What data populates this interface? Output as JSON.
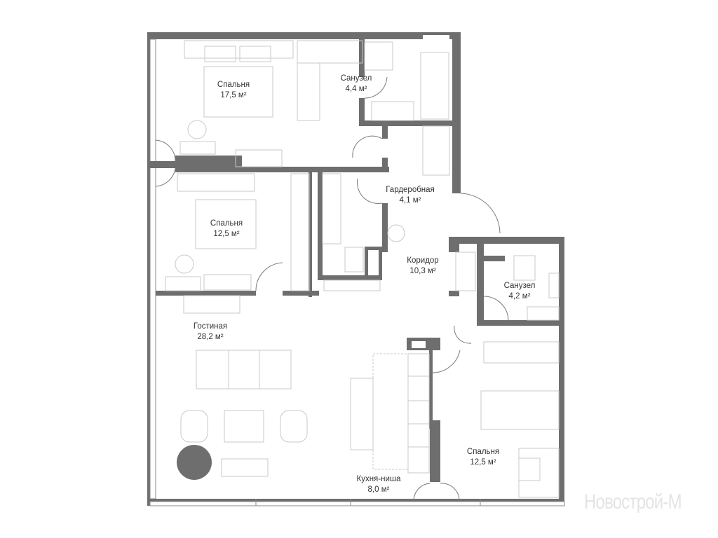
{
  "plan": {
    "rooms": [
      {
        "id": "bedroom-1",
        "name": "Спальня",
        "area": "17,5 м²"
      },
      {
        "id": "bathroom-1",
        "name": "Санузел",
        "area": "4,4 м²"
      },
      {
        "id": "wardrobe",
        "name": "Гардеробная",
        "area": "4,1 м²"
      },
      {
        "id": "bedroom-2",
        "name": "Спальня",
        "area": "12,5 м²"
      },
      {
        "id": "corridor",
        "name": "Коридор",
        "area": "10,3 м²"
      },
      {
        "id": "bathroom-2",
        "name": "Санузел",
        "area": "4,2 м²"
      },
      {
        "id": "living",
        "name": "Гостиная",
        "area": "28,2 м²"
      },
      {
        "id": "bedroom-3",
        "name": "Спальня",
        "area": "12,5 м²"
      },
      {
        "id": "kitchen",
        "name": "Кухня-ниша",
        "area": "8,0 м²"
      }
    ],
    "watermark": "Новострой-М",
    "colors": {
      "wall": "#6e6e6e",
      "furniture": "#c9c9c9"
    }
  }
}
